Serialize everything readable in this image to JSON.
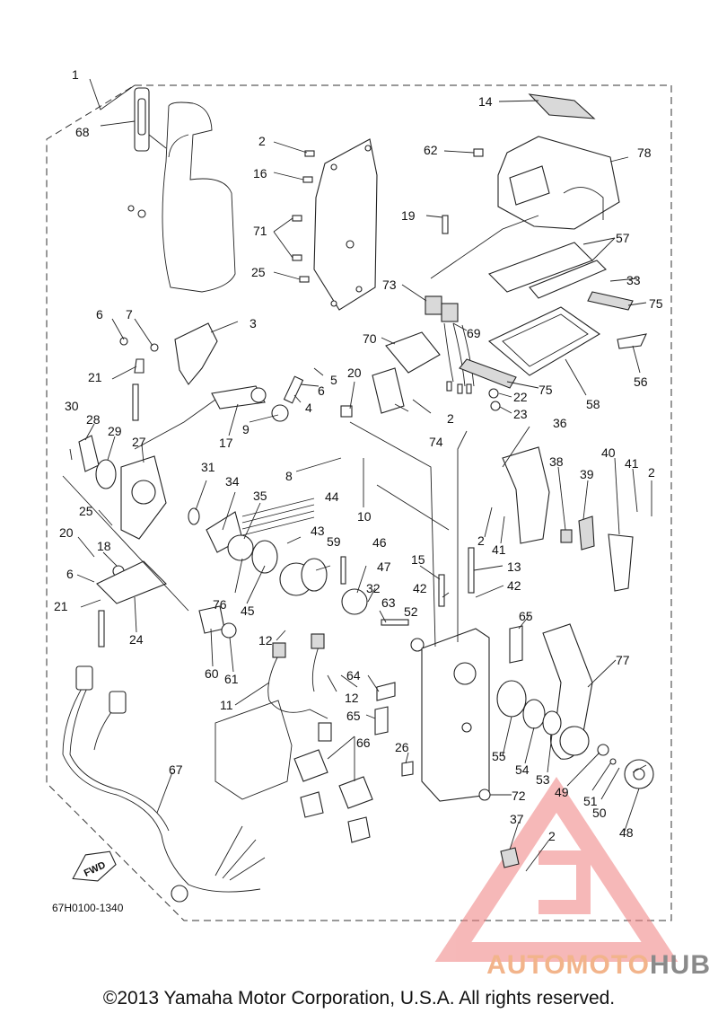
{
  "diagram": {
    "part_code": "67H0100-1340",
    "fwd_label": "FWD",
    "callouts": [
      "1",
      "2",
      "2",
      "2",
      "2",
      "2",
      "3",
      "4",
      "5",
      "6",
      "6",
      "6",
      "7",
      "8",
      "9",
      "10",
      "11",
      "12",
      "12",
      "13",
      "14",
      "15",
      "16",
      "17",
      "18",
      "19",
      "20",
      "20",
      "21",
      "21",
      "22",
      "23",
      "24",
      "25",
      "25",
      "26",
      "27",
      "28",
      "29",
      "30",
      "31",
      "32",
      "33",
      "34",
      "35",
      "36",
      "37",
      "38",
      "39",
      "40",
      "41",
      "41",
      "42",
      "42",
      "43",
      "44",
      "45",
      "46",
      "47",
      "48",
      "49",
      "50",
      "51",
      "52",
      "53",
      "54",
      "55",
      "56",
      "57",
      "58",
      "59",
      "60",
      "61",
      "62",
      "63",
      "64",
      "65",
      "65",
      "66",
      "67",
      "68",
      "69",
      "70",
      "71",
      "72",
      "73",
      "74",
      "75",
      "75",
      "76",
      "77",
      "78"
    ]
  },
  "footer": {
    "copyright": "©2013 Yamaha Motor Corporation, U.S.A. All rights reserved."
  },
  "watermark": {
    "part_a": "AUTOMOTO",
    "part_b": "HUB",
    "color_a": "#f2b48b",
    "color_b": "#8a8a8a",
    "logo_color": "#ef7f7f"
  }
}
